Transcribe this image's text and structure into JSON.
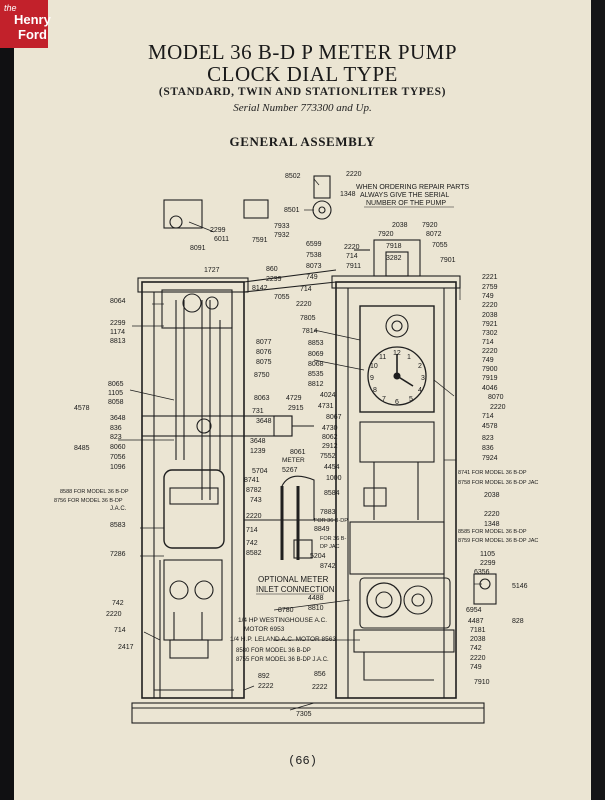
{
  "logo": {
    "the": "the",
    "line1": "Henry",
    "line2": "Ford"
  },
  "header": {
    "title_line1": "MODEL 36 B-D P METER PUMP",
    "title_line2": "CLOCK DIAL TYPE",
    "subtitle": "(STANDARD, TWIN AND STATIONLITER TYPES)",
    "serial_line": "Serial Number  773300 and Up.",
    "section": "GENERAL ASSEMBLY"
  },
  "note": {
    "line1": "WHEN ORDERING REPAIR PARTS",
    "line2": "ALWAYS GIVE THE SERIAL",
    "line3": "NUMBER OF THE PUMP"
  },
  "inlet": {
    "line1": "OPTIONAL METER",
    "line2": "INLET CONNECTION"
  },
  "meter_label": "METER",
  "dial": {
    "n12": "12",
    "n1": "1",
    "n2": "2",
    "n3": "3",
    "n4": "4",
    "n5": "5",
    "n6": "6",
    "n7": "7",
    "n8": "8",
    "n9": "9",
    "n10": "10",
    "n11": "11"
  },
  "parts": {
    "p8502": "8502",
    "p2220_top": "2220",
    "p1348_top": "1348",
    "p8501": "8501",
    "p2299": "2299",
    "p6011": "6011",
    "p8091": "8091",
    "p7933": "7933",
    "p7932": "7932",
    "p7591": "7591",
    "p6599": "6599",
    "p7538": "7538",
    "p8073": "8073",
    "p749_a": "749",
    "p714_a": "714",
    "p2220_b": "2220",
    "p714_b": "714",
    "p7911": "7911",
    "p7920_a": "7920",
    "p7918": "7918",
    "p3282": "3282",
    "p2038_top": "2038",
    "p7920_b": "7920",
    "p8072": "8072",
    "p7055_r": "7055",
    "p7901": "7901",
    "p1727": "1727",
    "p860": "860",
    "p2299_b": "2299",
    "p8142": "8142",
    "p7055_m": "7055",
    "p2220_m": "2220",
    "p8064": "8064",
    "p2299_l": "2299",
    "p1174": "1174",
    "p8813": "8813",
    "p7805": "7805",
    "p7814": "7814",
    "p8077": "8077",
    "p8076": "8076",
    "p8075": "8075",
    "p8750": "8750",
    "p8853": "8853",
    "p8069": "8069",
    "p8068": "8068",
    "p8535": "8535",
    "p8812": "8812",
    "p2221": "2221",
    "p2759": "2759",
    "p749_r": "749",
    "p2220_r1": "2220",
    "p2038_r": "2038",
    "p7921": "7921",
    "p7302": "7302",
    "p714_r": "714",
    "p2220_r2": "2220",
    "p749_r2": "749",
    "p7900": "7900",
    "p7919": "7919",
    "p4046": "4046",
    "p8070": "8070",
    "p2220_r3": "2220",
    "p714_r2": "714",
    "p4578_r": "4578",
    "p823_r": "823",
    "p836_r": "836",
    "p7924": "7924",
    "p8065": "8065",
    "p1105_l": "1105",
    "p8058": "8058",
    "p4578_l": "4578",
    "p3648_l": "3648",
    "p836_l": "836",
    "p823_l": "823",
    "p8060": "8060",
    "p8485": "8485",
    "p7056": "7056",
    "p1096": "1096",
    "p8063": "8063",
    "p4729": "4729",
    "p4024": "4024",
    "p4731": "4731",
    "p731": "731",
    "p3648_m": "3648",
    "p2915": "2915",
    "p8067": "8067",
    "p4730": "4730",
    "p8062": "8062",
    "p2912": "2912",
    "p3648_m2": "3648",
    "p1239": "1239",
    "p8061": "8061",
    "p5267": "5267",
    "p7552": "7552",
    "p4454": "4454",
    "p1000": "1000",
    "p5704": "5704",
    "p8741_m": "8741",
    "p8782": "8782",
    "p743": "743",
    "p8584": "8584",
    "p8741_for": "8741 FOR MODEL 36 B-DP",
    "p8758_for": "8758 FOR MODEL 36 B-DP JAC",
    "p2038_r2": "2038",
    "p8588_for": "8588 FOR MODEL 36 B-DP",
    "p8756_for": "8756 FOR MODEL 36 B-DP",
    "p_jac": "J.A.C.",
    "p2220_c": "2220",
    "p714_c": "714",
    "p742_c": "742",
    "p8582": "8582",
    "p8583": "8583",
    "p7286": "7286",
    "p7883": "7883",
    "p_forb": "FOR 36 B-DP",
    "p8849": "8849",
    "p_forc": "FOR 36 B-",
    "p_dpjac": "DP JAC",
    "p5204": "5204",
    "p8742": "8742",
    "p2220_r4": "2220",
    "p1348_r": "1348",
    "p8585_for": "8585 FOR MODEL 36 B-DP",
    "p8759_for": "8759 FOR MODEL 36 B-DP JAC",
    "p1105_r": "1105",
    "p2299_r": "2299",
    "p6356": "6356",
    "p5146": "5146",
    "p828": "828",
    "p4488": "4488",
    "p8810": "8810",
    "p8780": "8780",
    "motor1_a": "1/4 HP WESTINGHOUSE A.C.",
    "motor1_b": "MOTOR  6953",
    "motor2": "1/4 H.P. LELAND A.C. MOTOR  8563",
    "p8580_for": "8580 FOR MODEL 36 B-DP",
    "p8755_for": "8755 FOR MODEL 36 B-DP J.A.C.",
    "p6954": "6954",
    "p4487": "4487",
    "p7181": "7181",
    "p2038_b": "2038",
    "p742_r": "742",
    "p2220_r5": "2220",
    "p749_b": "749",
    "p7910": "7910",
    "p742_l": "742",
    "p2220_l2": "2220",
    "p714_l": "714",
    "p2417": "2417",
    "p892": "892",
    "p2222_a": "2222",
    "p856": "856",
    "p2222_b": "2222",
    "p7305": "7305"
  },
  "page_number": "(66)"
}
